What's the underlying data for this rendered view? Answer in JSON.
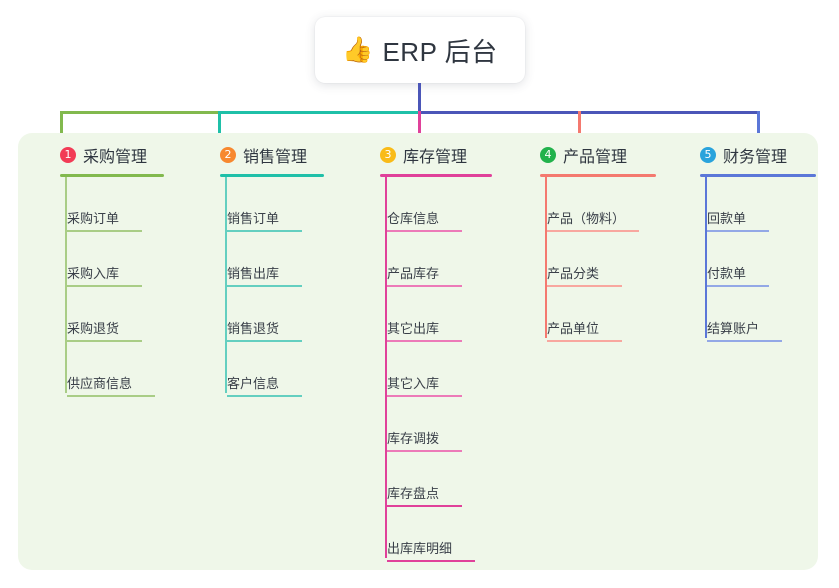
{
  "root": {
    "emoji": "👍",
    "emoji_name": "thumbs-up-icon",
    "text": "ERP 后台"
  },
  "theme": {
    "page_bg": "#ffffff",
    "panel_bg": "#eff7e9",
    "text": "#2f3640",
    "leaf_text": "#3a4049",
    "root_line": "#4b56b8"
  },
  "columns": [
    {
      "index": "1",
      "title": "采购管理",
      "badge_color": "#f23c56",
      "line_color": "#82b94e",
      "items": [
        "采购订单",
        "采购入库",
        "采购退货",
        "供应商信息"
      ]
    },
    {
      "index": "2",
      "title": "销售管理",
      "badge_color": "#f7882f",
      "line_color": "#1fc0a8",
      "items": [
        "销售订单",
        "销售出库",
        "销售退货",
        "客户信息"
      ]
    },
    {
      "index": "3",
      "title": "库存管理",
      "badge_color": "#f9bb18",
      "line_color": "#e0419a",
      "items": [
        "仓库信息",
        "产品库存",
        "其它出库",
        "其它入库",
        "库存调拨",
        "库存盘点",
        "出库库明细"
      ]
    },
    {
      "index": "4",
      "title": "产品管理",
      "badge_color": "#22b24c",
      "line_color": "#f4796f",
      "items": [
        "产品（物料）",
        "产品分类",
        "产品单位"
      ]
    },
    {
      "index": "5",
      "title": "财务管理",
      "badge_color": "#29a3dc",
      "line_color": "#5b77d8",
      "items": [
        "回款单",
        "付款单",
        "结算账户"
      ]
    }
  ],
  "connectors": {
    "root_stem_color": "#4b56b8",
    "bus_segments": [
      {
        "color": "#82b94e",
        "from": "col1",
        "to": "col2"
      },
      {
        "color": "#1fc0a8",
        "from": "col2",
        "to": "col3"
      },
      {
        "color": "#4b56b8",
        "from": "col3",
        "to": "col5"
      }
    ],
    "drops": [
      "#82b94e",
      "#1fc0a8",
      "#e0419a",
      "#f4796f",
      "#5b77d8"
    ]
  }
}
